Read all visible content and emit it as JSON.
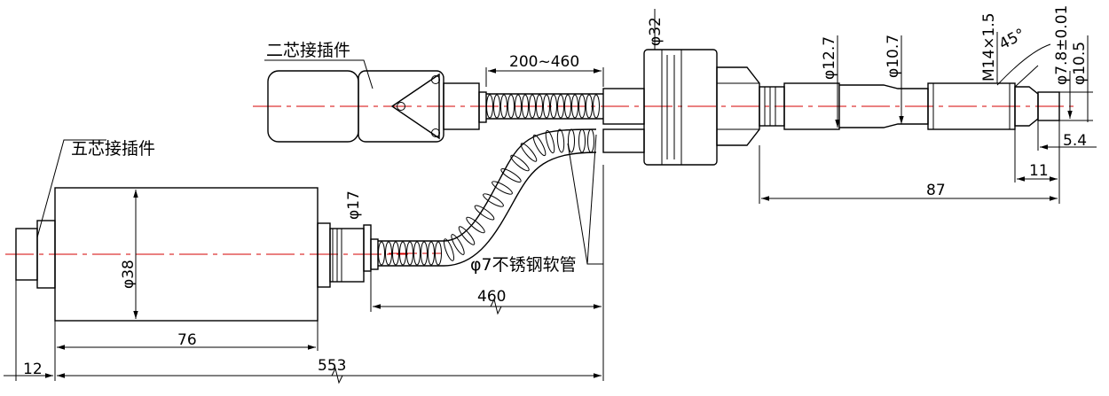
{
  "labels": {
    "two_pin_connector": "二芯接插件",
    "five_pin_connector": "五芯接插件",
    "hose": "φ7不锈钢软管"
  },
  "dimensions": {
    "connector_length": "12",
    "body_length": "76",
    "total_length": "553",
    "hose_length": "460",
    "cable_range": "200~460",
    "body_dia": "φ38",
    "gland_dia": "φ17",
    "flange_dia": "φ32",
    "shaft_dia": "φ12.7",
    "neck_dia": "φ10.7",
    "thread": "M14×1.5",
    "tip_dia": "φ7.8±0.01",
    "tip_outer_dia": "φ10.5",
    "chamfer": "45°",
    "probe_length": "87",
    "tip_length": "11",
    "tip_step": "5.4"
  },
  "colors": {
    "centerline": "#d40000",
    "line": "#000000",
    "background": "#ffffff"
  }
}
